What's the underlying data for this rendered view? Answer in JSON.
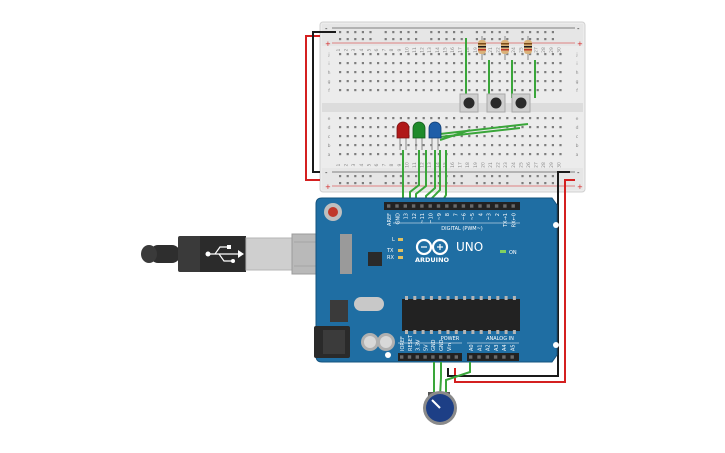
{
  "board": {
    "brand": "ARDUINO",
    "model": "UNO",
    "digital_header_label": "DIGITAL (PWM~)",
    "analog_header_label": "ANALOG IN",
    "power_header_label": "POWER",
    "on_label": "ON",
    "l_label": "L",
    "tx_label": "TX",
    "rx_label": "RX",
    "digital_pins": [
      "AREF",
      "GND",
      "13",
      "12",
      "~11",
      "~10",
      "~9",
      "8",
      "7",
      "~6",
      "~5",
      "4",
      "~3",
      "2",
      "TX→1",
      "RX←0"
    ],
    "power_pins": [
      "IOREF",
      "RESET",
      "3.3V",
      "5V",
      "GND",
      "GND",
      "Vin"
    ],
    "analog_pins": [
      "A0",
      "A1",
      "A2",
      "A3",
      "A4",
      "A5"
    ]
  },
  "breadboard": {
    "row_letters_top": [
      "j",
      "i",
      "h",
      "g",
      "f"
    ],
    "row_letters_bottom": [
      "e",
      "d",
      "c",
      "b",
      "a"
    ],
    "column_numbers": [
      "1",
      "2",
      "3",
      "4",
      "5",
      "6",
      "7",
      "8",
      "9",
      "10",
      "11",
      "12",
      "13",
      "14",
      "15",
      "16",
      "17",
      "18",
      "19",
      "20",
      "21",
      "22",
      "23",
      "24",
      "25",
      "26",
      "27",
      "28",
      "29",
      "30"
    ],
    "rail_minus": "-",
    "rail_plus": "+"
  },
  "components": {
    "leds": [
      "red",
      "green",
      "blue"
    ],
    "push_buttons": 3,
    "resistors": 3
  },
  "colors": {
    "board": "#1f6ea3",
    "breadboard": "#ececec",
    "wire_green": "#3aa63a",
    "wire_red": "#d42020",
    "wire_black": "#1a1a1a",
    "led_red": "#b01818",
    "led_green": "#1e8a2a",
    "led_blue": "#1e5ea8",
    "potentiometer": "#1d3f86"
  }
}
